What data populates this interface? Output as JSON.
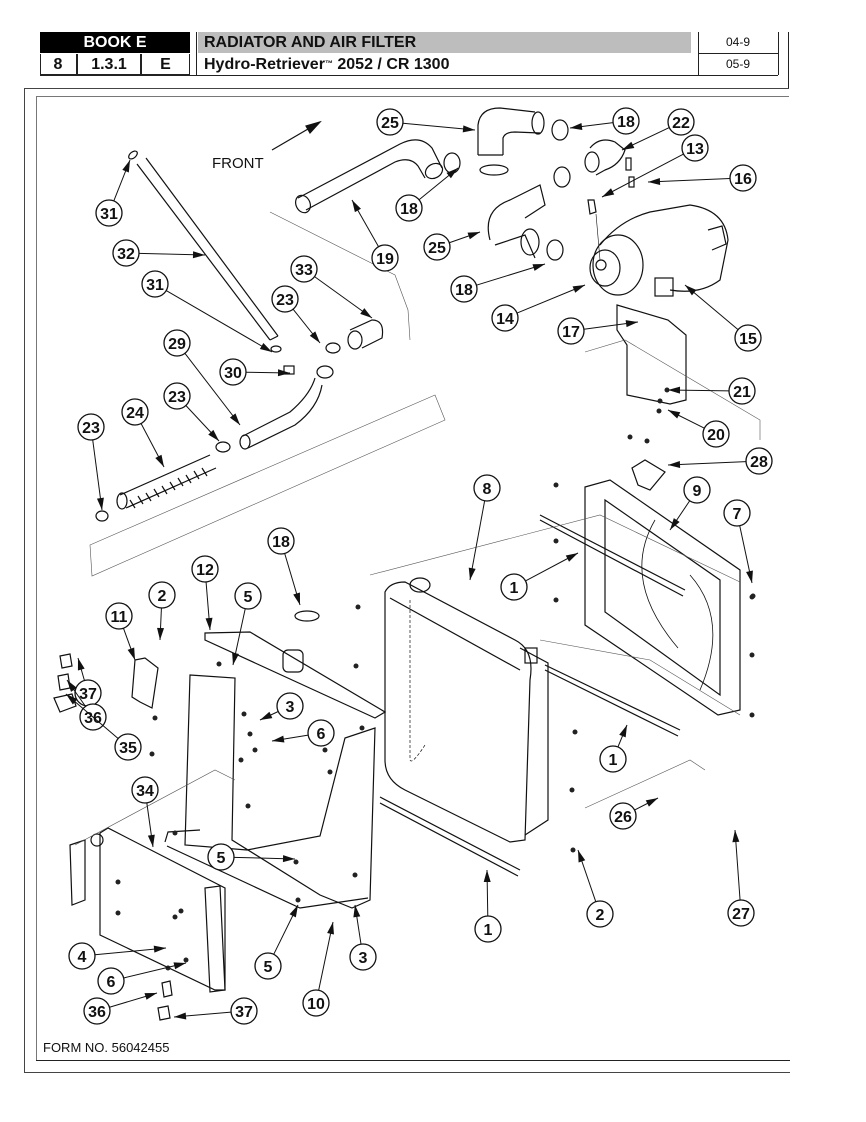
{
  "header": {
    "book_label": "BOOK E",
    "section_number": "8",
    "section_code": "1.3.1",
    "section_letter": "E",
    "title": "RADIATOR AND AIR FILTER",
    "model_name": "Hydro-Retriever",
    "model_trademark": "™",
    "model_suffix": " 2052 / CR 1300",
    "page_refs": [
      "04-9",
      "05-9"
    ]
  },
  "diagram": {
    "direction_label": "FRONT",
    "callouts": [
      {
        "num": "25",
        "part": "upper-elbow-hose"
      },
      {
        "num": "18",
        "part": "hose-clamp-upper"
      },
      {
        "num": "22",
        "part": "elbow-adapter"
      },
      {
        "num": "13",
        "part": "restriction-indicator"
      },
      {
        "num": "16",
        "part": "bolt"
      },
      {
        "num": "31",
        "part": "fitting-top"
      },
      {
        "num": "32",
        "part": "tube"
      },
      {
        "num": "19",
        "part": "intake-hose"
      },
      {
        "num": "18",
        "part": "hose-clamps-middle"
      },
      {
        "num": "25",
        "part": "lower-elbow-hose"
      },
      {
        "num": "18",
        "part": "hose-clamp-lower"
      },
      {
        "num": "14",
        "part": "air-cleaner-inlet"
      },
      {
        "num": "15",
        "part": "air-cleaner"
      },
      {
        "num": "17",
        "part": "mounting-bracket"
      },
      {
        "num": "33",
        "part": "elbow"
      },
      {
        "num": "23",
        "part": "clamp-pair"
      },
      {
        "num": "31",
        "part": "fitting-bottom"
      },
      {
        "num": "30",
        "part": "connector"
      },
      {
        "num": "29",
        "part": "hose"
      },
      {
        "num": "21",
        "part": "nut"
      },
      {
        "num": "20",
        "part": "bolts"
      },
      {
        "num": "28",
        "part": "bracket"
      },
      {
        "num": "23",
        "part": "clamp"
      },
      {
        "num": "24",
        "part": "flex-hose"
      },
      {
        "num": "23",
        "part": "clamp-end"
      },
      {
        "num": "8",
        "part": "radiator"
      },
      {
        "num": "9",
        "part": "shroud"
      },
      {
        "num": "7",
        "part": "screw"
      },
      {
        "num": "18",
        "part": "radiator-clamp"
      },
      {
        "num": "1",
        "part": "seal-strip-upper"
      },
      {
        "num": "2",
        "part": "screw-bracket"
      },
      {
        "num": "12",
        "part": "top-bracket"
      },
      {
        "num": "5",
        "part": "nut-top"
      },
      {
        "num": "11",
        "part": "angle-bracket"
      },
      {
        "num": "37",
        "part": "cap-upper"
      },
      {
        "num": "3",
        "part": "washer-mid"
      },
      {
        "num": "6",
        "part": "bolt-mid"
      },
      {
        "num": "36",
        "part": "fitting-upper"
      },
      {
        "num": "35",
        "part": "elbow-fitting"
      },
      {
        "num": "34",
        "part": "oil-cooler"
      },
      {
        "num": "1",
        "part": "seal-strip-right"
      },
      {
        "num": "26",
        "part": "hose-clamps"
      },
      {
        "num": "27",
        "part": "elbow-hose"
      },
      {
        "num": "5",
        "part": "nut-lower"
      },
      {
        "num": "1",
        "part": "seal-strip-bottom"
      },
      {
        "num": "2",
        "part": "screw-bottom"
      },
      {
        "num": "4",
        "part": "bolt"
      },
      {
        "num": "6",
        "part": "bolt-lower"
      },
      {
        "num": "5",
        "part": "nut-bottom-right"
      },
      {
        "num": "3",
        "part": "washer-lower"
      },
      {
        "num": "36",
        "part": "fitting-lower"
      },
      {
        "num": "37",
        "part": "cap-lower"
      },
      {
        "num": "10",
        "part": "support-frame"
      }
    ]
  },
  "footer": {
    "form_number": "FORM NO. 56042455"
  }
}
